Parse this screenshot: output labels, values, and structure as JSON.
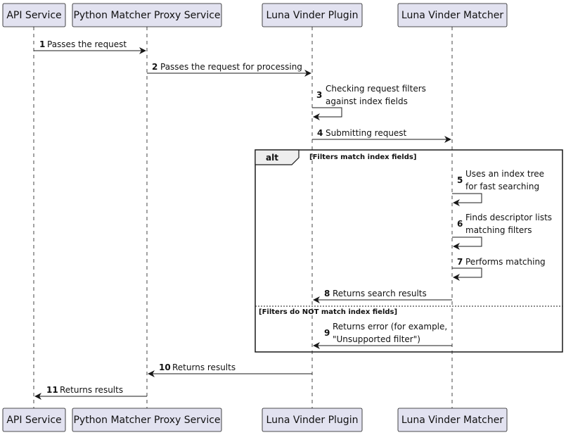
{
  "participants": [
    {
      "id": "api",
      "label": "API Service"
    },
    {
      "id": "proxy",
      "label": "Python Matcher Proxy Service"
    },
    {
      "id": "plugin",
      "label": "Luna Vinder Plugin"
    },
    {
      "id": "matcher",
      "label": "Luna Vinder Matcher"
    }
  ],
  "messages": [
    {
      "num": "1",
      "from": "api",
      "to": "proxy",
      "lines": [
        "Passes the request"
      ]
    },
    {
      "num": "2",
      "from": "proxy",
      "to": "plugin",
      "lines": [
        "Passes the request for processing"
      ]
    },
    {
      "num": "3",
      "from": "plugin",
      "to": "plugin",
      "lines": [
        "Checking request filters",
        "against index fields"
      ]
    },
    {
      "num": "4",
      "from": "plugin",
      "to": "matcher",
      "lines": [
        "Submitting request"
      ]
    },
    {
      "num": "5",
      "from": "matcher",
      "to": "matcher",
      "lines": [
        "Uses an index tree",
        "for fast searching"
      ]
    },
    {
      "num": "6",
      "from": "matcher",
      "to": "matcher",
      "lines": [
        "Finds descriptor lists",
        "matching filters"
      ]
    },
    {
      "num": "7",
      "from": "matcher",
      "to": "matcher",
      "lines": [
        "Performs matching"
      ]
    },
    {
      "num": "8",
      "from": "matcher",
      "to": "plugin",
      "lines": [
        "Returns search results"
      ]
    },
    {
      "num": "9",
      "from": "matcher",
      "to": "plugin",
      "lines": [
        "Returns error (for example,",
        "\"Unsupported filter\")"
      ]
    },
    {
      "num": "10",
      "from": "plugin",
      "to": "proxy",
      "lines": [
        "Returns results"
      ]
    },
    {
      "num": "11",
      "from": "proxy",
      "to": "api",
      "lines": [
        "Returns results"
      ]
    }
  ],
  "alt_block": {
    "keyword": "alt",
    "guard": "[Filters match index fields]",
    "else_guard": "[Filters do NOT match index fields]"
  },
  "colors": {
    "participant_fill": "#E2E2F0",
    "participant_stroke": "#181818",
    "lifeline": "#181818",
    "arrow": "#181818"
  }
}
